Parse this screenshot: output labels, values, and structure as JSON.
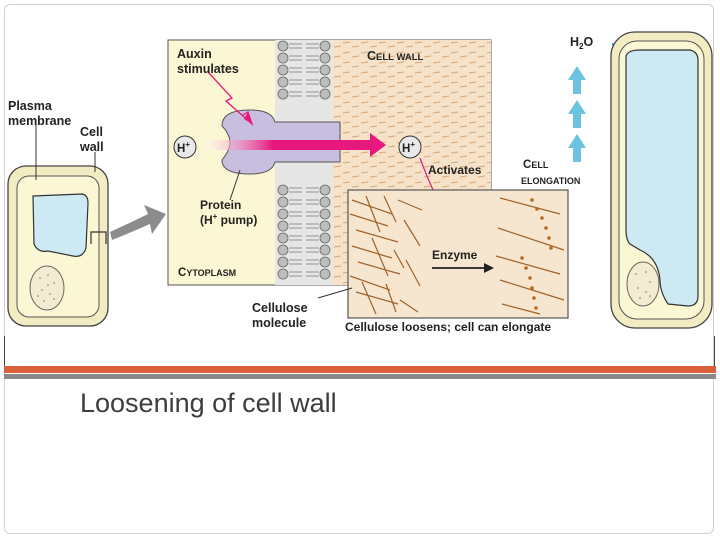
{
  "labels": {
    "plasma_membrane_1": "Plasma",
    "plasma_membrane_2": "membrane",
    "cell_wall_left_1": "Cell",
    "cell_wall_left_2": "wall",
    "auxin_1": "Auxin",
    "auxin_2": "stimulates",
    "cell_wall_cap": "C",
    "cell_wall_rest": "ELL WALL",
    "h_plus_left": "H",
    "h_plus_right": "H",
    "plus_sign": "+",
    "protein_1": "Protein",
    "protein_2_a": "(H",
    "protein_2_b": "+",
    "protein_2_c": " pump)",
    "cytoplasm_cap": "C",
    "cytoplasm_rest": "YTOPLASM",
    "activates": "Activates",
    "enzyme": "Enzyme",
    "cellulose_1": "Cellulose",
    "cellulose_2": "molecule",
    "cellulose_loosens": "Cellulose loosens; cell can elongate",
    "elongation_cap1": "C",
    "elongation_rest1": "ELL",
    "elongation_rest2": "ELONGATION",
    "water_h": "H",
    "water_sub": "2",
    "water_o": "O"
  },
  "slide": {
    "title": "Loosening of cell wall"
  },
  "colors": {
    "accent_bar": "#d9603b",
    "wall": "#f3ecc2",
    "cytoplasm": "#fbf6d3",
    "vacuole": "#cde9f3",
    "protein": "#c8bfe0",
    "arrow": "#e8197c",
    "enzyme_arrow": "#d9207a",
    "elongation_arrow": "#6cc3df"
  }
}
